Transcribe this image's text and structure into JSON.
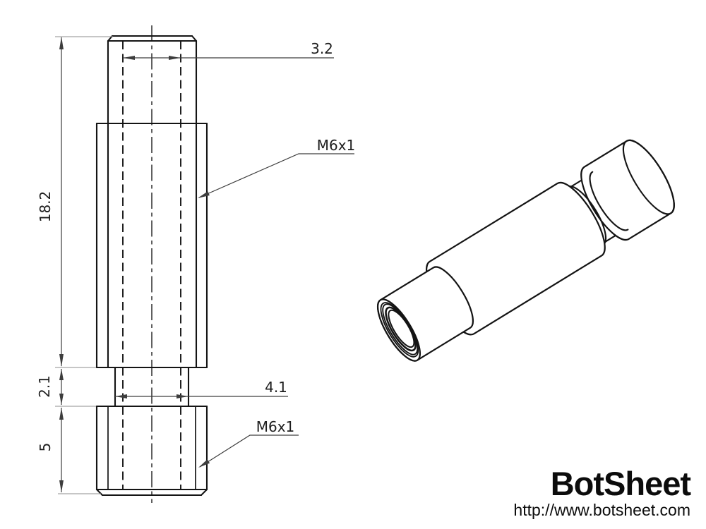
{
  "front_view": {
    "dim_hole_diameter": "3.2",
    "dim_overall_length": "18.2",
    "dim_groove_length": "2.1",
    "dim_groove_diameter": "4.1",
    "dim_end_length": "5",
    "thread_label_upper": "M6x1",
    "thread_label_lower": "M6x1"
  },
  "colors": {
    "background": "#ffffff",
    "outline": "#141414",
    "dimension_line": "#3d3d3d",
    "extension_line": "#8c8c8c",
    "text": "#1e1e1e"
  },
  "branding": {
    "name": "BotSheet",
    "url": "http://www.botsheet.com"
  }
}
